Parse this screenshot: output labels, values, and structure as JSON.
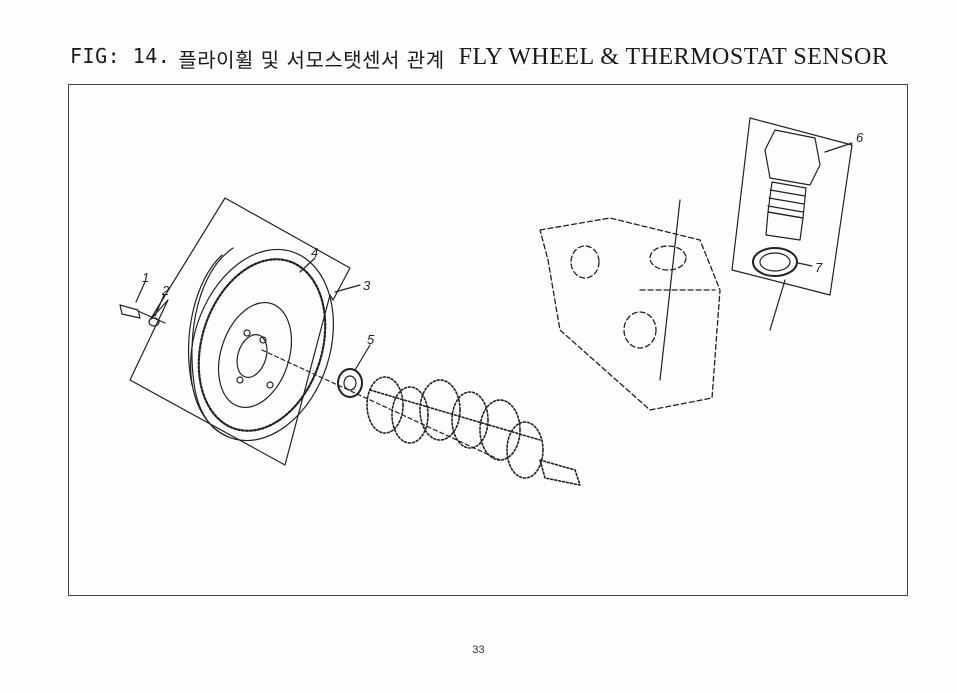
{
  "header": {
    "fig_label": "FIG: 14.",
    "title_korean": "플라이휠 및 서모스탯센서 관계",
    "title_english": "FLY WHEEL & THERMOSTAT SENSOR"
  },
  "callouts": [
    {
      "id": "1",
      "text": "1"
    },
    {
      "id": "2",
      "text": "2"
    },
    {
      "id": "3",
      "text": "3"
    },
    {
      "id": "4",
      "text": "4"
    },
    {
      "id": "5",
      "text": "5"
    },
    {
      "id": "6",
      "text": "6"
    },
    {
      "id": "7",
      "text": "7"
    }
  ],
  "footer": {
    "page_number": "33"
  }
}
